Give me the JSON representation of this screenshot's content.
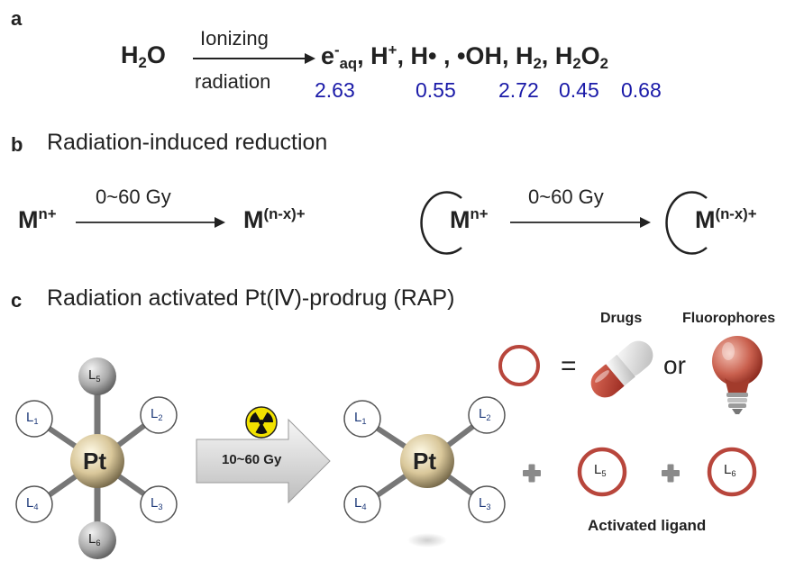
{
  "panel_a": {
    "letter": "a",
    "reactant": {
      "base": "H",
      "sub": "2",
      "tail": "O"
    },
    "arrow_top": "Ionizing",
    "arrow_bottom": "radiation",
    "products": {
      "eaq": {
        "base": "e",
        "sup": "-",
        "sub": "aq"
      },
      "hplus": {
        "base": "H",
        "sup": "+"
      },
      "hdot": "H•",
      "oh": "•OH",
      "h2": {
        "base": "H",
        "sub": "2"
      },
      "h2o2": {
        "b1": "H",
        "s1": "2",
        "b2": "O",
        "s2": "2"
      },
      "sep": ","
    },
    "g_values": [
      "2.63",
      "0.55",
      "2.72",
      "0.45",
      "0.68"
    ]
  },
  "panel_b": {
    "letter": "b",
    "title": "Radiation-induced reduction",
    "dose": "0~60 Gy",
    "reactant": {
      "base": "M",
      "sup": "n+"
    },
    "product": {
      "base": "M",
      "sup": "(n-x)+"
    }
  },
  "panel_c": {
    "letter": "c",
    "title": "Radiation activated Pt(Ⅳ)-prodrug (RAP)",
    "metal": "Pt",
    "ligands": {
      "l1": "L1",
      "l2": "L2",
      "l3": "L3",
      "l4": "L4",
      "l5": "L5",
      "l6": "L6"
    },
    "ligand_parts": {
      "base": "L",
      "n1": "1",
      "n2": "2",
      "n3": "3",
      "n4": "4",
      "n5": "5",
      "n6": "6"
    },
    "dose": "10~60 Gy",
    "equals": "=",
    "drugs_label": "Drugs",
    "or": "or",
    "fluorophores_label": "Fluorophores",
    "activated_label": "Activated ligand"
  },
  "colors": {
    "g_values": "#1a1aa8",
    "ring": "#b8463c",
    "pt_sphere": "#d8c9a0"
  }
}
